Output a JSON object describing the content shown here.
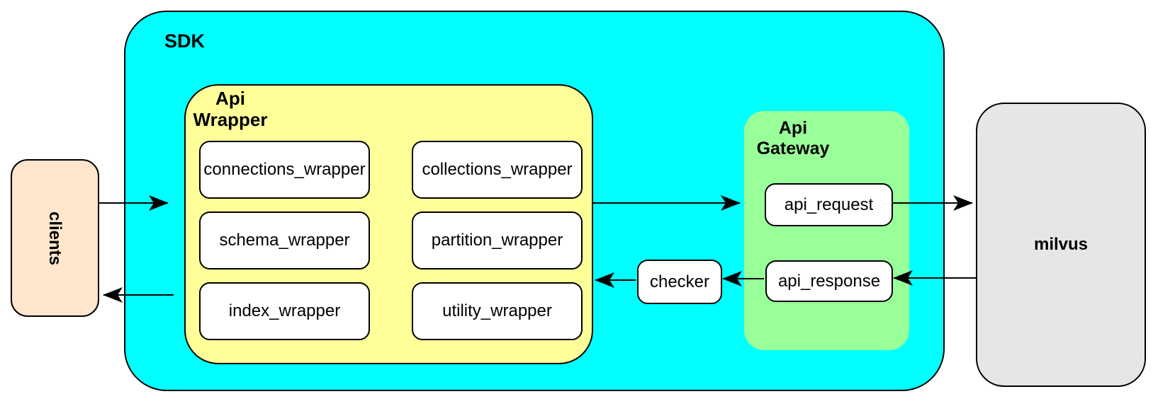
{
  "diagram": {
    "clients": {
      "label": "clients"
    },
    "sdk": {
      "label": "SDK"
    },
    "api_wrapper": {
      "label": "Api\nWrapper",
      "nodes": [
        {
          "id": "connections_wrapper",
          "label": "connections_wrapper"
        },
        {
          "id": "collections_wrapper",
          "label": "collections_wrapper"
        },
        {
          "id": "schema_wrapper",
          "label": "schema_wrapper"
        },
        {
          "id": "partition_wrapper",
          "label": "partition_wrapper"
        },
        {
          "id": "index_wrapper",
          "label": "index_wrapper"
        },
        {
          "id": "utility_wrapper",
          "label": "utility_wrapper"
        }
      ]
    },
    "checker": {
      "label": "checker"
    },
    "api_gateway": {
      "label": "Api\nGateway",
      "nodes": [
        {
          "id": "api_request",
          "label": "api_request"
        },
        {
          "id": "api_response",
          "label": "api_response"
        }
      ]
    },
    "milvus": {
      "label": "milvus"
    },
    "arrows": [
      {
        "from": "clients",
        "to": "sdk"
      },
      {
        "from": "sdk",
        "to": "clients"
      },
      {
        "from": "api_wrapper",
        "to": "api_gateway"
      },
      {
        "from": "api_request",
        "to": "milvus"
      },
      {
        "from": "milvus",
        "to": "api_response"
      },
      {
        "from": "api_response",
        "to": "checker"
      },
      {
        "from": "checker",
        "to": "api_wrapper"
      }
    ],
    "colors": {
      "sdk_fill": "#00FFFF",
      "api_wrapper_fill": "#FFFF99",
      "api_gateway_fill": "#99FF99",
      "clients_fill": "#FFE6CC",
      "milvus_fill": "#E6E6E6",
      "node_fill": "#FFFFFF",
      "stroke": "#000000"
    }
  }
}
